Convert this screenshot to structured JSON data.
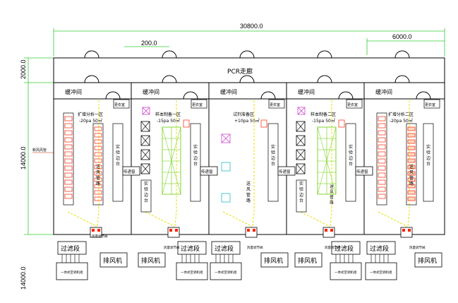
{
  "dimensions": {
    "total_width": "30800.0",
    "corridor_offset": "200.0",
    "right_room_width": "6000.0",
    "corridor_height": "2000.0",
    "room_height": "14000.0",
    "lower_height": "14000.0"
  },
  "corridor_label": "PCR走廊",
  "buffer_label": "缓冲间",
  "locker_label": "更衣室",
  "pass_window_label": "传递窗",
  "rooms": [
    {
      "name": "扩增分析一区",
      "pressure": "-20pa 50㎡",
      "fixture": "实验边台",
      "duct": "送风管路"
    },
    {
      "name": "样本制备一区",
      "pressure": "-15pa 50㎡",
      "fixture": "实验边台",
      "duct": ""
    },
    {
      "name": "试剂准备区",
      "pressure": "+10pa 50㎡",
      "fixture": "实验边台",
      "duct": "送风管路"
    },
    {
      "name": "样本制备二区",
      "pressure": "-15pa 50㎡",
      "fixture": "实验边台",
      "duct": "送风管路"
    },
    {
      "name": "扩增分析二区",
      "pressure": "-20pa 50㎡",
      "fixture": "实验边台",
      "duct": "送风管路"
    }
  ],
  "fresh_air_label": "新风风管",
  "filter_label": "过滤段",
  "exhaust_label": "排风机",
  "unit_label": "一体式空调机组",
  "valve_label": "风量调节阀",
  "colors": {
    "line": "#000000",
    "green": "#66cc00",
    "yellow": "#e8e000",
    "magenta": "#cc44cc",
    "red": "#ff2200",
    "cyan": "#22bbcc",
    "dim": "#33cc33"
  }
}
